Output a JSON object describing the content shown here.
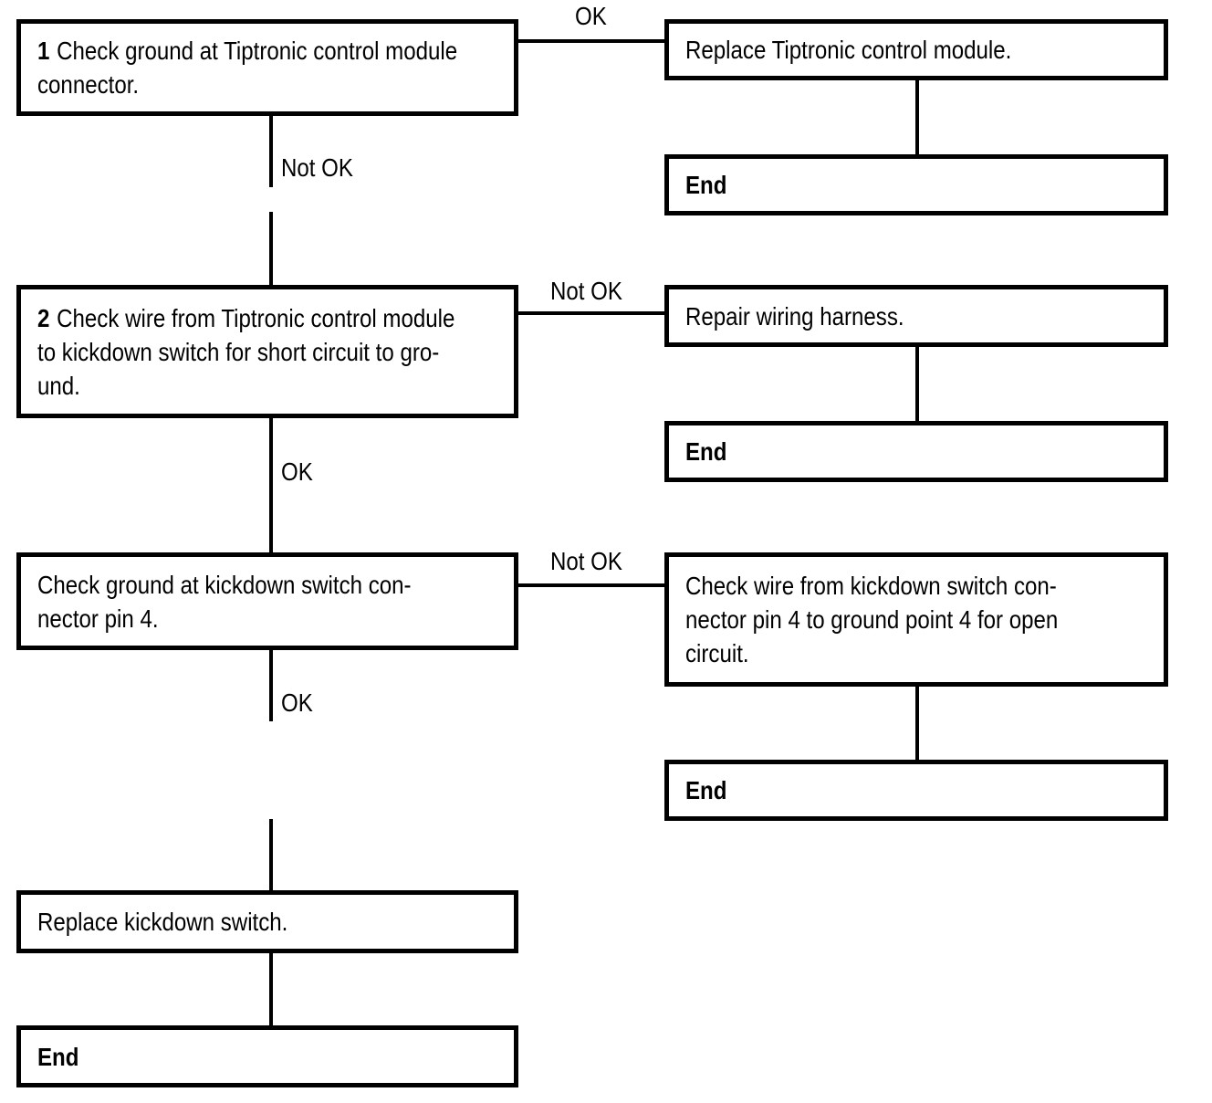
{
  "diagram_type": "troubleshooting-flowchart",
  "colors": {
    "line": "#000000",
    "background": "#ffffff",
    "text": "#000000"
  },
  "nodes": {
    "step1": {
      "number": "1",
      "text": "Check ground at Tiptronic control module\nconnector."
    },
    "replace_module": {
      "text": "Replace Tiptronic control module."
    },
    "end1": {
      "text": "End"
    },
    "step2": {
      "number": "2",
      "text": "Check wire from Tiptronic control module\nto kickdown switch for short circuit to gro-\nund."
    },
    "repair_harness": {
      "text": "Repair wiring harness."
    },
    "end2": {
      "text": "End"
    },
    "step3": {
      "text": "Check ground at kickdown switch con-\nnector pin 4."
    },
    "check_wire": {
      "text": "Check wire from kickdown switch con-\nnector pin 4 to ground point 4 for open\ncircuit."
    },
    "end3": {
      "text": "End"
    },
    "replace_switch": {
      "text": "Replace kickdown switch."
    },
    "end4": {
      "text": "End"
    }
  },
  "edges": [
    {
      "from": "step1",
      "to": "replace_module",
      "label": "OK"
    },
    {
      "from": "replace_module",
      "to": "end1",
      "label": ""
    },
    {
      "from": "step1",
      "to": "step2",
      "label": "Not OK"
    },
    {
      "from": "step2",
      "to": "repair_harness",
      "label": "Not OK"
    },
    {
      "from": "repair_harness",
      "to": "end2",
      "label": ""
    },
    {
      "from": "step2",
      "to": "step3",
      "label": "OK"
    },
    {
      "from": "step3",
      "to": "check_wire",
      "label": "Not OK"
    },
    {
      "from": "check_wire",
      "to": "end3",
      "label": ""
    },
    {
      "from": "step3",
      "to": "replace_switch",
      "label": "OK"
    },
    {
      "from": "replace_switch",
      "to": "end4",
      "label": ""
    }
  ]
}
